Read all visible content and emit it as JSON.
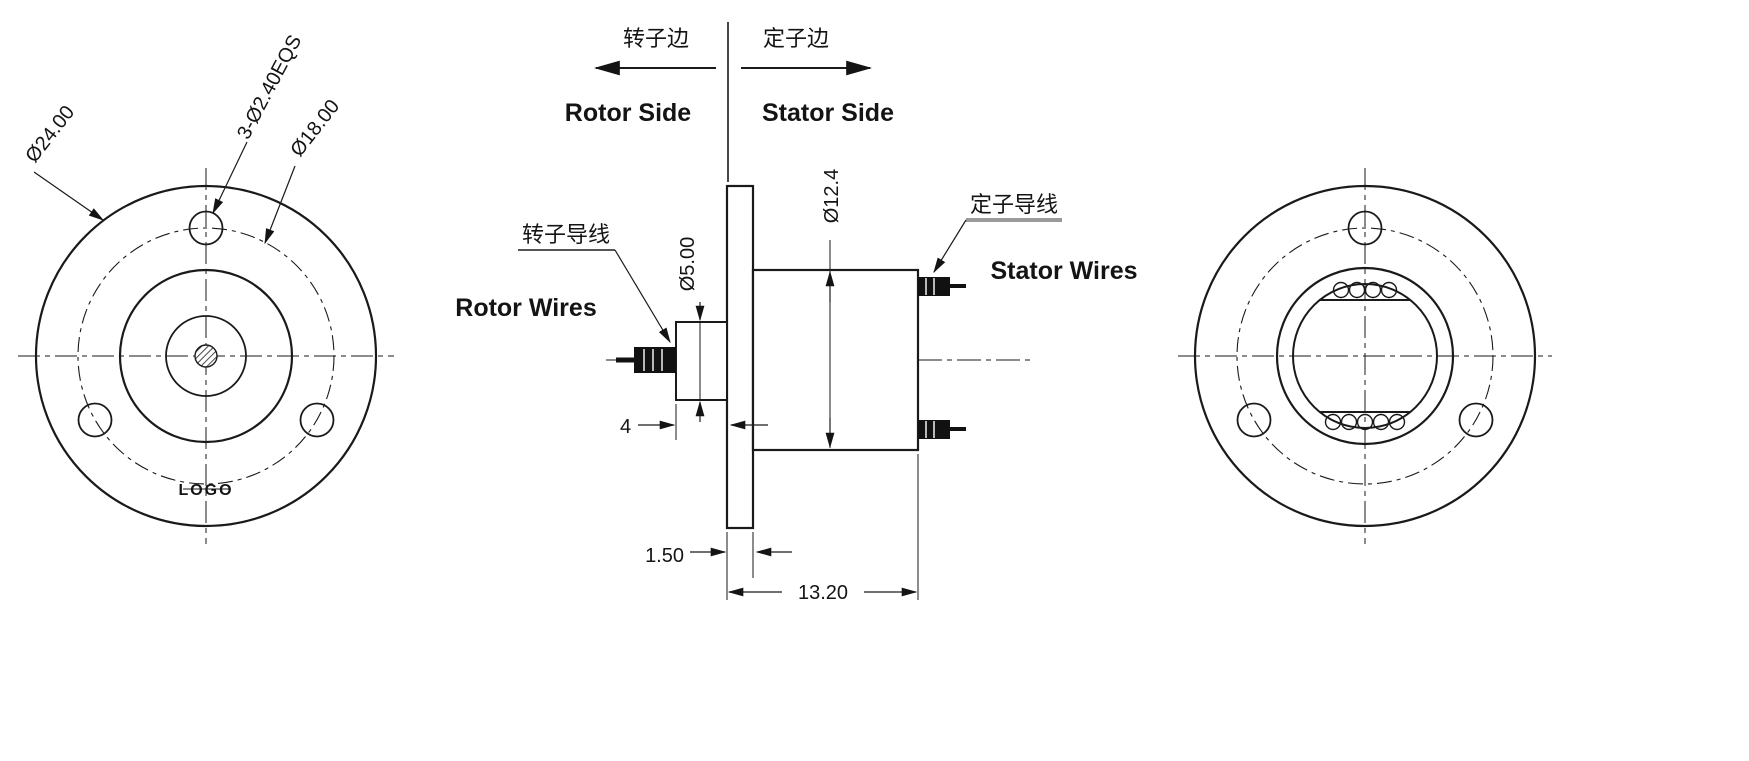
{
  "sides": {
    "rotor_cn": "转子边",
    "stator_cn": "定子边",
    "rotor_en": "Rotor Side",
    "stator_en": "Stator Side"
  },
  "wires": {
    "rotor_cn": "转子导线",
    "rotor_en": "Rotor Wires",
    "stator_cn": "定子导线",
    "stator_en": "Stator Wires"
  },
  "dims": {
    "flange_od": "Ø24.00",
    "mount_holes": "3-Ø2.40EQS",
    "bolt_circle": "Ø18.00",
    "shaft_d": "Ø5.00",
    "body_d": "Ø12.4",
    "shaft_len": "4",
    "flange_t": "1.50",
    "body_len": "13.20"
  },
  "front_view": {
    "logo": "LOGO"
  },
  "colors": {
    "line": "#1a1a1a",
    "underline_gray": "#9a9a9a"
  }
}
